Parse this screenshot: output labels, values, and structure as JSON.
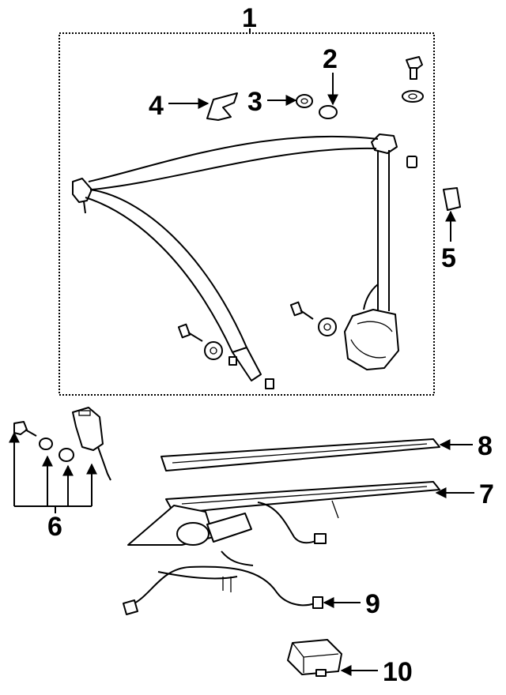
{
  "diagram": {
    "callouts": {
      "c1": "1",
      "c2": "2",
      "c3": "3",
      "c4": "4",
      "c5": "5",
      "c6": "6",
      "c7": "7",
      "c8": "8",
      "c9": "9",
      "c10": "10"
    }
  }
}
